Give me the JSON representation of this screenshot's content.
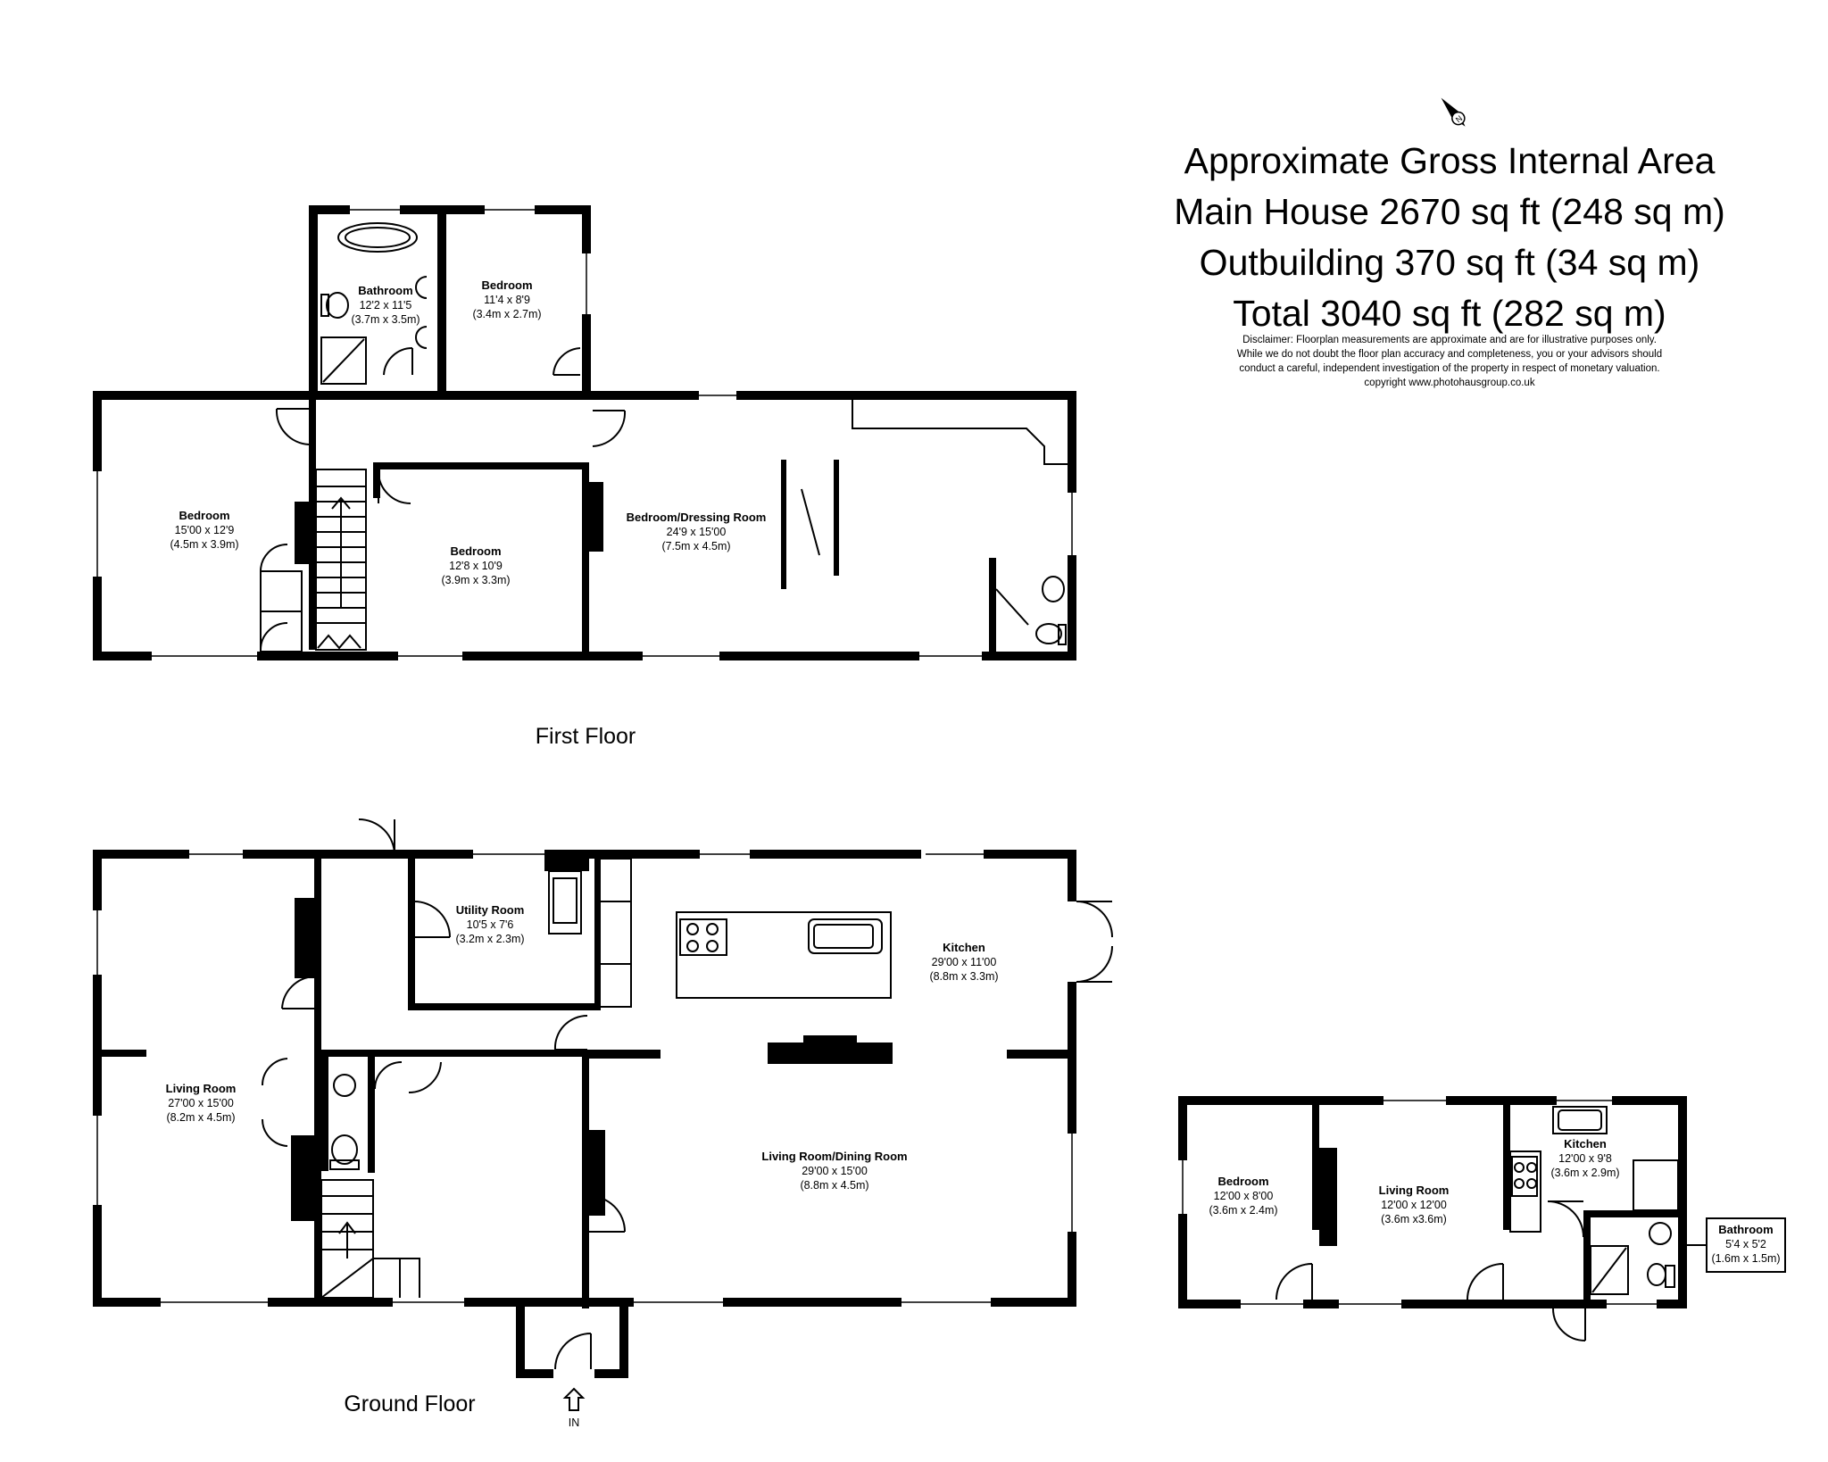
{
  "area_summary": {
    "title": "Approximate Gross Internal Area",
    "main_house": "Main House 2670 sq ft (248 sq m)",
    "outbuilding": "Outbuilding 370 sq ft (34 sq m)",
    "total": "Total 3040 sq ft (282 sq m)",
    "disclaimer": [
      "Disclaimer: Floorplan measurements are approximate and are for illustrative purposes only.",
      "While we do not doubt the floor plan accuracy and completeness, you or your advisors should",
      "conduct a careful, independent investigation of the property in respect of monetary valuation.",
      "copyright www.photohausgroup.co.uk"
    ]
  },
  "compass": {
    "icon": "north-arrow-icon",
    "letter": "N"
  },
  "floors": {
    "first": "First Floor",
    "ground": "Ground Floor"
  },
  "entrance": {
    "label": "IN",
    "icon": "entrance-arrow-icon"
  },
  "rooms": {
    "ff_bathroom": {
      "name": "Bathroom",
      "imperial": "12'2 x 11'5",
      "metric": "(3.7m x 3.5m)"
    },
    "ff_bedroom_a": {
      "name": "Bedroom",
      "imperial": "11'4 x 8'9",
      "metric": "(3.4m x 2.7m)"
    },
    "ff_bedroom_b": {
      "name": "Bedroom",
      "imperial": "15'00 x 12'9",
      "metric": "(4.5m x 3.9m)"
    },
    "ff_bedroom_c": {
      "name": "Bedroom",
      "imperial": "12'8 x 10'9",
      "metric": "(3.9m x 3.3m)"
    },
    "ff_dressing": {
      "name": "Bedroom/Dressing Room",
      "imperial": "24'9 x 15'00",
      "metric": "(7.5m x 4.5m)"
    },
    "gf_utility": {
      "name": "Utility Room",
      "imperial": "10'5 x 7'6",
      "metric": "(3.2m x 2.3m)"
    },
    "gf_kitchen": {
      "name": "Kitchen",
      "imperial": "29'00 x 11'00",
      "metric": "(8.8m x 3.3m)"
    },
    "gf_living": {
      "name": "Living Room",
      "imperial": "27'00 x 15'00",
      "metric": "(8.2m x 4.5m)"
    },
    "gf_living_dining": {
      "name": "Living Room/Dining Room",
      "imperial": "29'00 x 15'00",
      "metric": "(8.8m x 4.5m)"
    },
    "ob_bedroom": {
      "name": "Bedroom",
      "imperial": "12'00 x 8'00",
      "metric": "(3.6m x 2.4m)"
    },
    "ob_living": {
      "name": "Living Room",
      "imperial": "12'00 x 12'00",
      "metric": "(3.6m x3.6m)"
    },
    "ob_kitchen": {
      "name": "Kitchen",
      "imperial": "12'00 x 9'8",
      "metric": "(3.6m x 2.9m)"
    },
    "ob_bathroom": {
      "name": "Bathroom",
      "imperial": "5'4 x 5'2",
      "metric": "(1.6m x 1.5m)"
    }
  }
}
